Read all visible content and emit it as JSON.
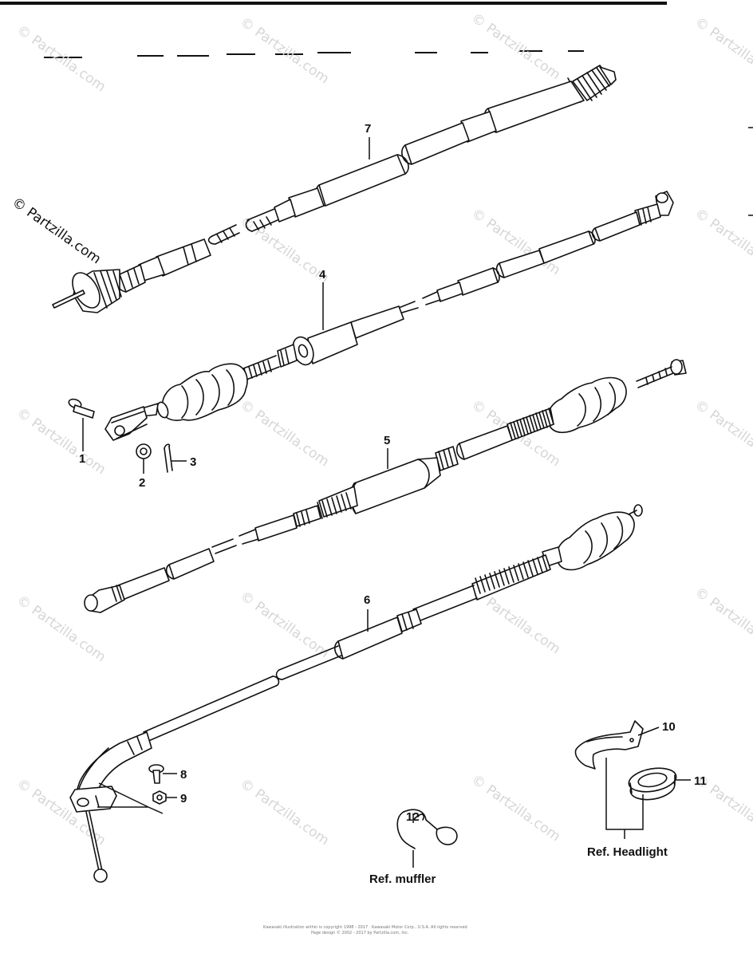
{
  "watermark": {
    "text": "© Partzilla.com",
    "color": "#d6d6d6"
  },
  "callouts": {
    "c1": "1",
    "c2": "2",
    "c3": "3",
    "c4": "4",
    "c5": "5",
    "c6": "6",
    "c7": "7",
    "c8": "8",
    "c9": "9",
    "c10": "10",
    "c11": "11",
    "c12": "12"
  },
  "references": {
    "muffler": "Ref. muffler",
    "headlight": "Ref. Headlight"
  },
  "copyright": {
    "line1": "Kawasaki illustration within is copyright 1998 - 2017 · Kawasaki Motor Corp., U.S.A. All rights reserved",
    "line2": "Page design © 2002 - 2017 by Partzilla.com, Inc."
  },
  "colors": {
    "ink": "#111111",
    "background": "#ffffff"
  }
}
